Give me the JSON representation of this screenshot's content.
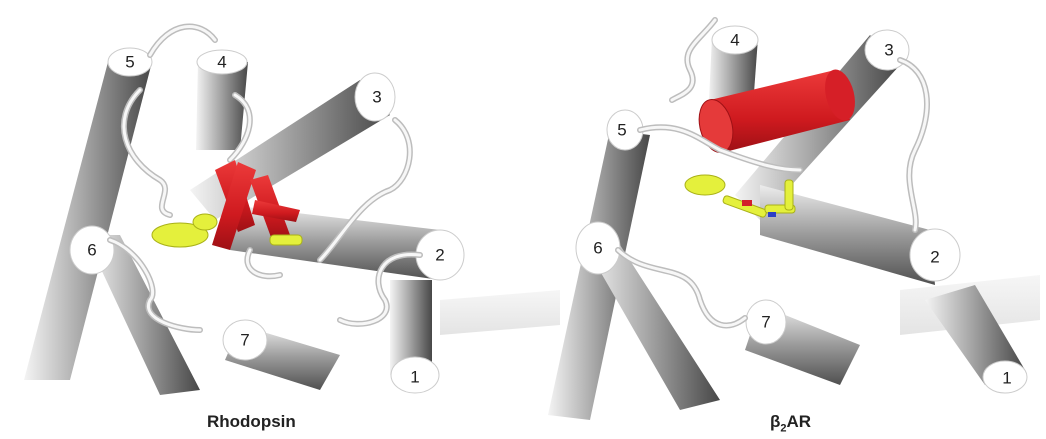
{
  "panels": [
    {
      "id": "rhodopsin",
      "caption": "Rhodopsin",
      "helix_labels": [
        "1",
        "2",
        "3",
        "4",
        "5",
        "6",
        "7"
      ]
    },
    {
      "id": "b2ar",
      "caption_main": "β",
      "caption_sub": "2",
      "caption_tail": "AR",
      "helix_labels": [
        "1",
        "2",
        "3",
        "4",
        "5",
        "6",
        "7"
      ]
    }
  ],
  "colors": {
    "helix_light": "#f2f2f2",
    "helix_mid": "#a9a9a9",
    "helix_dark": "#4a4a4a",
    "ligand": "#e4f03c",
    "highlight": "#d2202a",
    "loop": "#f4f4f4"
  }
}
